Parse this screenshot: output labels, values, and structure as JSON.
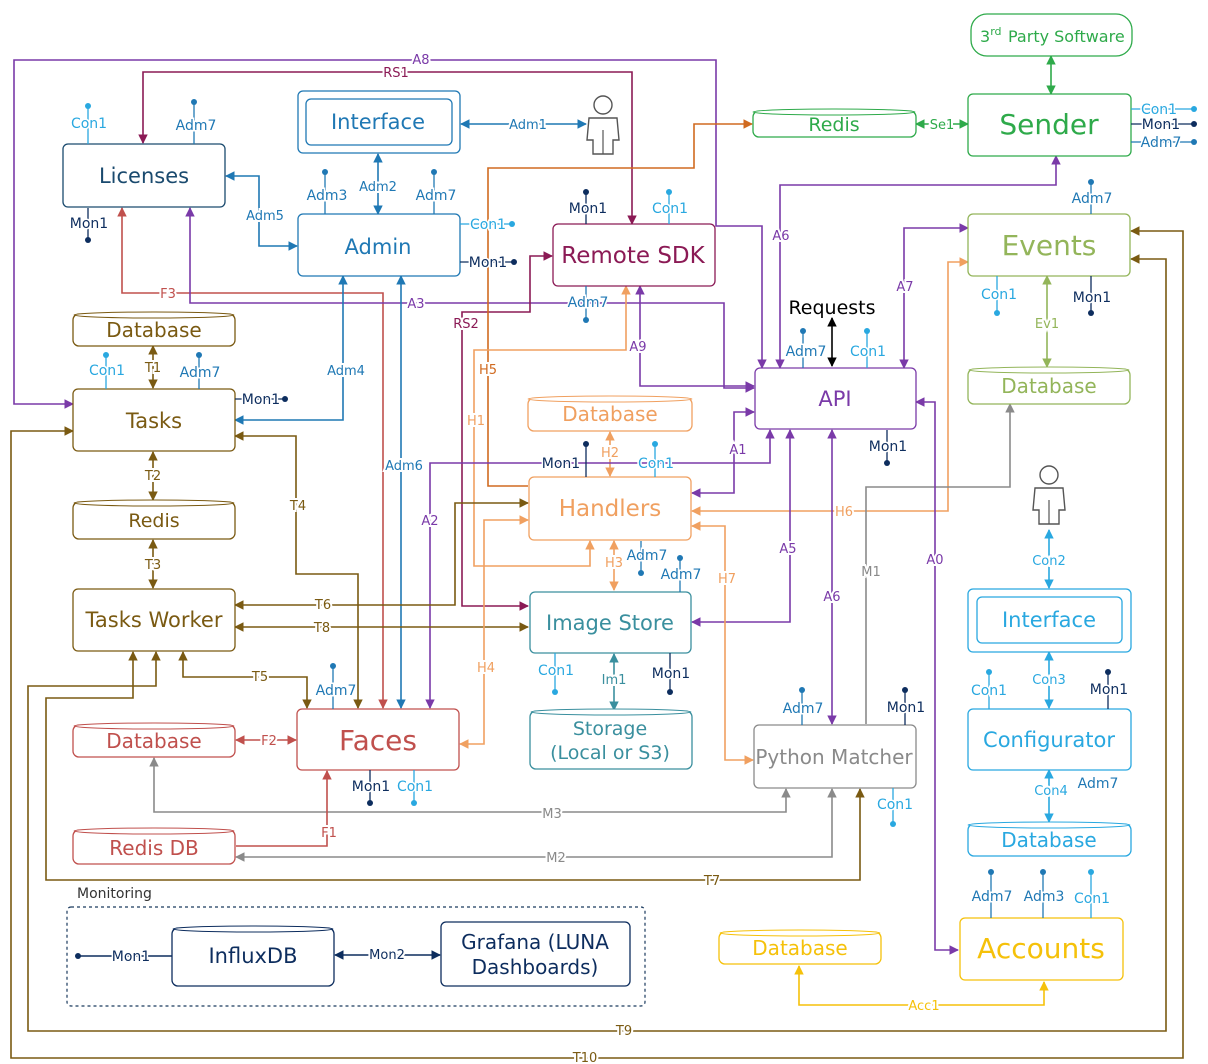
{
  "colors": {
    "purple": "#7a3aa8",
    "crimson": "#8b1a55",
    "blue": "#1f78b4",
    "lightblue": "#29a8e0",
    "navy": "#0d2d5e",
    "olive": "#7a5a12",
    "red": "#c0504d",
    "orange": "#f0a060",
    "teal": "#3a8f9e",
    "green": "#2eaa4a",
    "lime": "#93b55a",
    "grey": "#8a8a8a",
    "gold": "#f5c10a",
    "darkred": "#c44f4f"
  },
  "nodes": {
    "third_party": "3rd Party Software",
    "sender": "Sender",
    "redis_sender": "Redis",
    "interface_admin": "Interface",
    "licenses": "Licenses",
    "admin": "Admin",
    "remote_sdk": "Remote SDK",
    "events": "Events",
    "database_tasks": "Database",
    "tasks": "Tasks",
    "redis_tasks": "Redis",
    "tasks_worker": "Tasks Worker",
    "database_handlers": "Database",
    "handlers": "Handlers",
    "api": "API",
    "requests": "Requests",
    "database_events": "Database",
    "image_store": "Image Store",
    "storage_line1": "Storage",
    "storage_line2": "(Local or S3)",
    "database_faces": "Database",
    "faces": "Faces",
    "redis_db": "Redis DB",
    "python_matcher": "Python Matcher",
    "interface_config": "Interface",
    "configurator": "Configurator",
    "database_config": "Database",
    "database_accounts": "Database",
    "accounts": "Accounts",
    "monitoring": "Monitoring",
    "influxdb": "InfluxDB",
    "grafana_line1": "Grafana (LUNA",
    "grafana_line2": "Dashboards)"
  },
  "edges": {
    "A8": "A8",
    "RS1": "RS1",
    "Adm1": "Adm1",
    "Se1": "Se1",
    "Adm2": "Adm2",
    "Adm5": "Adm5",
    "F3": "F3",
    "A3": "A3",
    "RS2": "RS2",
    "H5": "H5",
    "A6_top": "A6",
    "A7": "A7",
    "Ev1": "Ev1",
    "Requests": "Requests",
    "A9": "A9",
    "T1": "T1",
    "Adm4": "Adm4",
    "H1": "H1",
    "H2": "H2",
    "A1": "A1",
    "T2": "T2",
    "T4": "T4",
    "Adm6": "Adm6",
    "A2": "A2",
    "H6": "H6",
    "H3": "H3",
    "A5": "A5",
    "T3": "T3",
    "T6": "T6",
    "T8": "T8",
    "H7": "H7",
    "M1": "M1",
    "A0": "A0",
    "A6_low": "A6",
    "Con2": "Con2",
    "H4": "H4",
    "Im1": "Im1",
    "T5": "T5",
    "Con3": "Con3",
    "F2": "F2",
    "Con4": "Con4",
    "M3": "M3",
    "F1": "F1",
    "M2": "M2",
    "T7": "T7",
    "Mon2": "Mon2",
    "Acc1": "Acc1",
    "T9": "T9",
    "T10": "T10"
  },
  "ports": {
    "licenses_con1": "Con1",
    "licenses_adm7": "Adm7",
    "licenses_mon1": "Mon1",
    "admin_adm3": "Adm3",
    "admin_adm7": "Adm7",
    "admin_con1": "Con1",
    "admin_mon1": "Mon1",
    "rsdk_mon1": "Mon1",
    "rsdk_con1": "Con1",
    "rsdk_adm7": "Adm7",
    "sender_con1": "Con1",
    "sender_mon1": "Mon1",
    "sender_adm7": "Adm7",
    "events_adm7": "Adm7",
    "events_con1": "Con1",
    "events_mon1": "Mon1",
    "tasks_con1": "Con1",
    "tasks_adm7": "Adm7",
    "tasks_mon1": "Mon1",
    "api_adm7": "Adm7",
    "api_con1": "Con1",
    "api_mon1": "Mon1",
    "handlers_mon1": "Mon1",
    "handlers_con1": "Con1",
    "handlers_adm7": "Adm7",
    "imgstore_adm7": "Adm7",
    "imgstore_con1": "Con1",
    "imgstore_mon1": "Mon1",
    "faces_adm7": "Adm7",
    "faces_mon1": "Mon1",
    "faces_con1": "Con1",
    "pm_adm7": "Adm7",
    "pm_mon1": "Mon1",
    "pm_con1": "Con1",
    "cfg_con1": "Con1",
    "cfg_mon1": "Mon1",
    "cfg_adm7": "Adm7",
    "acc_adm7": "Adm7",
    "acc_adm3": "Adm3",
    "acc_con1": "Con1",
    "influx_mon1": "Mon1"
  }
}
